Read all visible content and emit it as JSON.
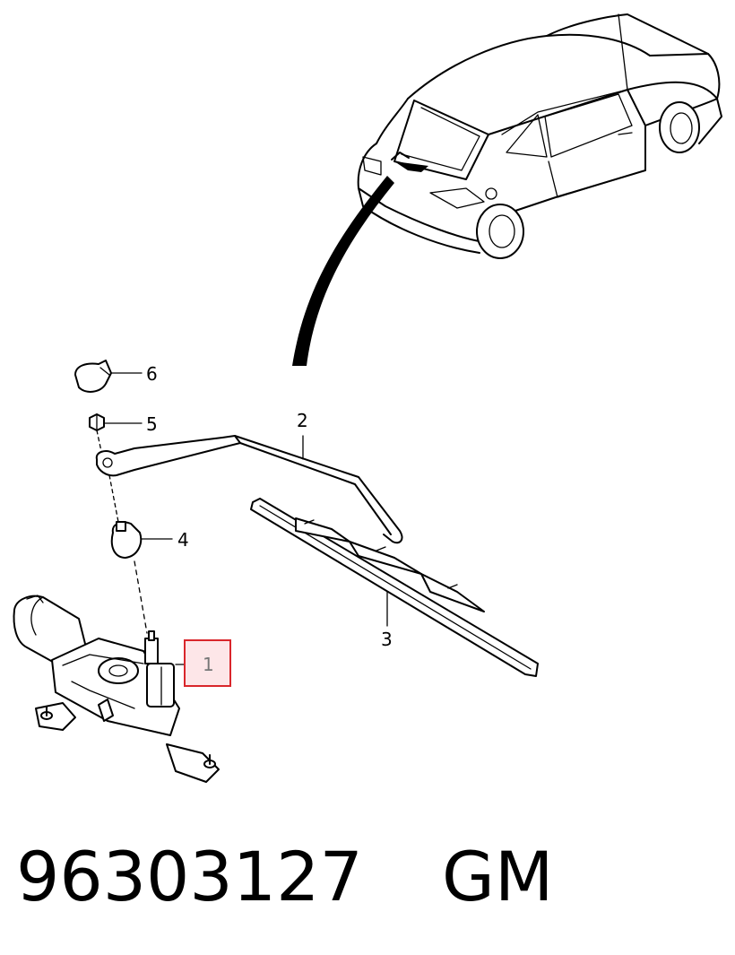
{
  "callouts": {
    "c1": "1",
    "c2": "2",
    "c3": "3",
    "c4": "4",
    "c5": "5",
    "c6": "6"
  },
  "highlight": {
    "part": "1",
    "color": "#d9262b",
    "fill": "#fde6e8"
  },
  "footer": {
    "part_number": "96303127",
    "manufacturer": "GM"
  }
}
